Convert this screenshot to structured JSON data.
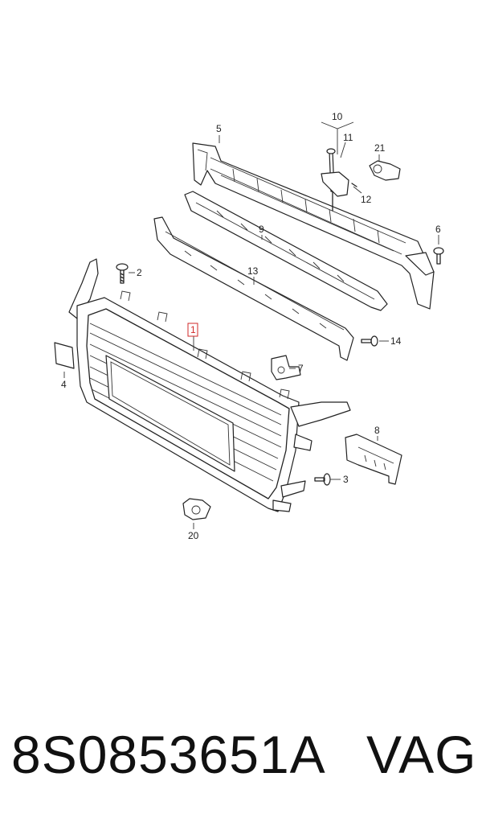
{
  "callouts": {
    "c1": "1",
    "c2": "2",
    "c3": "3",
    "c4": "4",
    "c5": "5",
    "c6": "6",
    "c7": "7",
    "c8": "8",
    "c9": "9",
    "c10": "10",
    "c11": "11",
    "c12": "12",
    "c13": "13",
    "c14": "14",
    "c20": "20",
    "c21": "21"
  },
  "caption": {
    "part_number": "8S0853651A",
    "brand": "VAG"
  },
  "colors": {
    "highlight": "#d12a2a",
    "line": "#222222"
  }
}
